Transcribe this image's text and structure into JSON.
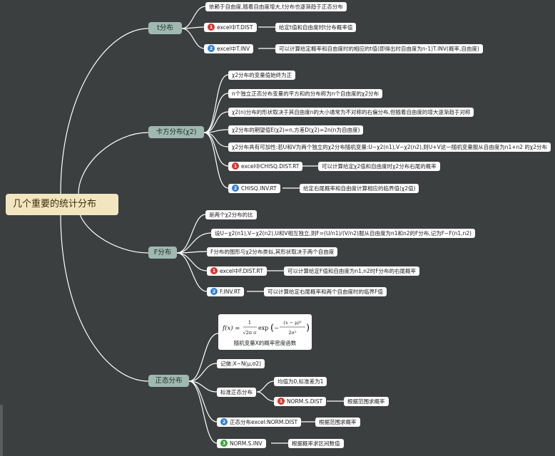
{
  "root": {
    "label": "几个重要的统计分布"
  },
  "t": {
    "label": "t分布",
    "items": [
      "依赖于自由度,随着自由度增大,t分布也逐渐趋于正态分布",
      "excel中T.DIST",
      "excel中T.INV"
    ],
    "notes": [
      "给定t值和自由度时t分布概率值",
      "可以计算给定概率和自由度时的相应的t值(即得出时自由度为n-1)T.INV(概率,自由度)"
    ]
  },
  "chi": {
    "label": "卡方分布(χ2)",
    "items": [
      "χ2分布的变量值始终为正",
      "n个独立正态分布变量的平方和的分布称为n个自由度的χ2分布",
      "χ2(n)分布的形状取决于其自由度n的大小通常为不对称的右偏分布,但随着自由度的增大逐渐趋于对称",
      "χ2分布的期望值E(χ2)=n,方差D(χ2)=2n(n为自由度)",
      "χ2分布具有可加性:若U和V为两个独立的χ2分布随机变量:U~χ2(n1),V~χ2(n2),则U+V这一随机变量服从自由度为n1+n2 的χ2分布",
      "excel中CHISQ.DIST.RT",
      "CHISQ.INV.RT"
    ],
    "notes": [
      "可以计算给定χ2值和自由度时χ2分布右尾的概率",
      "给定右尾概率和自由度计算相应的临界值(χ2值)"
    ]
  },
  "f": {
    "label": "F分布",
    "items": [
      "是两个χ2分布的比",
      "设U~χ2(n1),V~χ2(n2),U和V相互独立,则F=(U/n1)/(V/n2)服从自由度为n1和n2的F分布,记为F~F(n1,n2)",
      "F分布的图形与χ2分布类似,其形状取决于两个自由度",
      "excel中F.DIST.RT",
      "F.INV.RT"
    ],
    "notes": [
      "可以计算给定F值和自由度为n1,n2时F分布的右尾概率",
      "可以计算给定右尾概率和两个自由度时的临界F值"
    ]
  },
  "normal": {
    "label": "正态分布",
    "formula_caption": "随机变量X的概率密度函数",
    "formula": {
      "lhs": "f(x) =",
      "num": "1",
      "den": "√2π σ",
      "exp": "exp",
      "inner_num": "(x − μ)²",
      "inner_den": "2σ²"
    },
    "items": [
      "记做:X~N(μ,σ2)",
      "标准正态分布",
      "正态分布excel:NORM.DIST",
      "NORM.S.INV"
    ],
    "std_items": [
      "均值为0,标准差为1",
      "NORM.S.DIST"
    ],
    "notes": [
      "根据范围求概率",
      "根据范围求概率",
      "根据概率求区间数值"
    ]
  }
}
